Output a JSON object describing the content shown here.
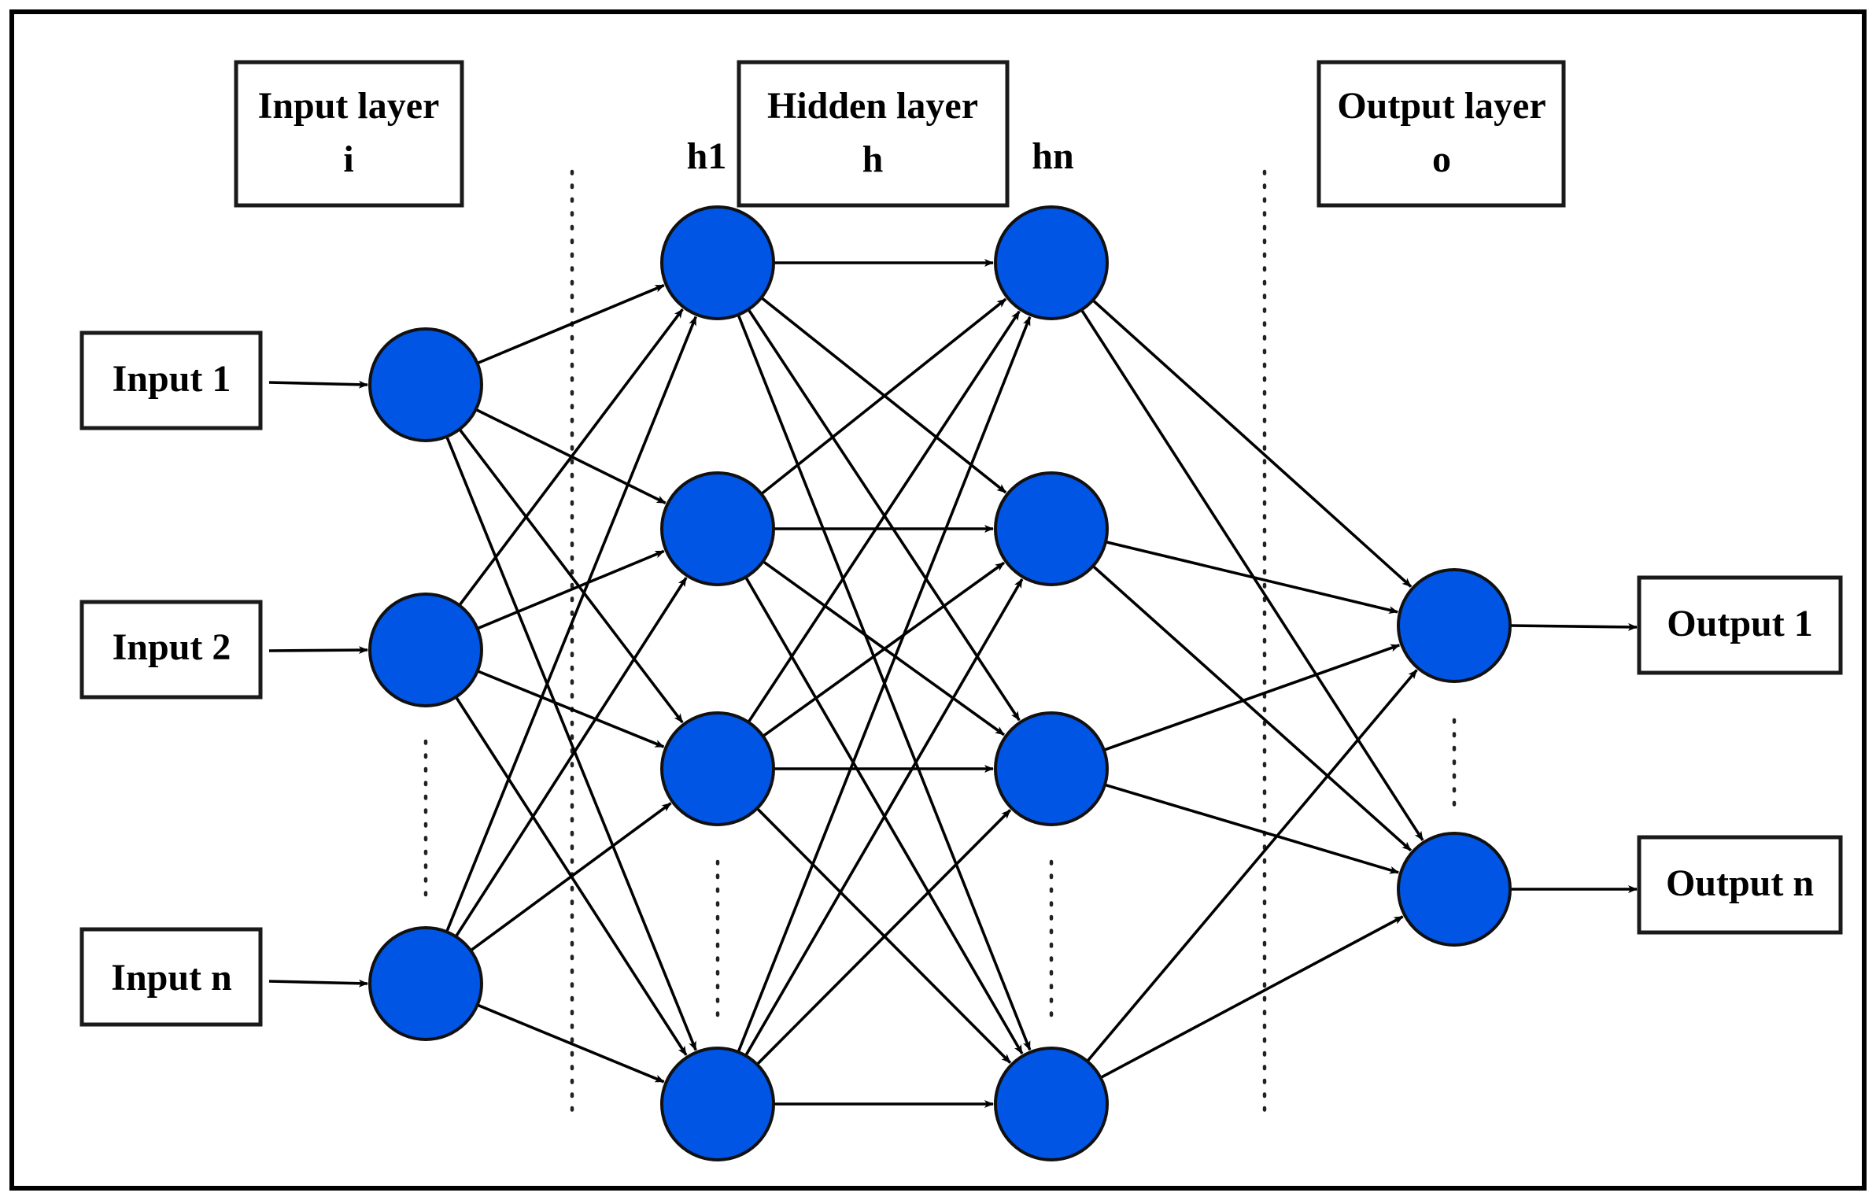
{
  "colors": {
    "node_fill": "#0055E5",
    "edge": "#000000",
    "box_border": "#1a1a1a",
    "background": "#ffffff"
  },
  "layer_titles": {
    "input": {
      "line1": "Input layer",
      "line2": "i"
    },
    "hidden": {
      "line1": "Hidden layer",
      "line2": "h"
    },
    "output": {
      "line1": "Output layer",
      "line2": "o"
    }
  },
  "hidden_column_labels": {
    "first": "h1",
    "last": "hn"
  },
  "inputs": [
    "Input 1",
    "Input 2",
    "Input n"
  ],
  "outputs": [
    "Output 1",
    "Output n"
  ]
}
